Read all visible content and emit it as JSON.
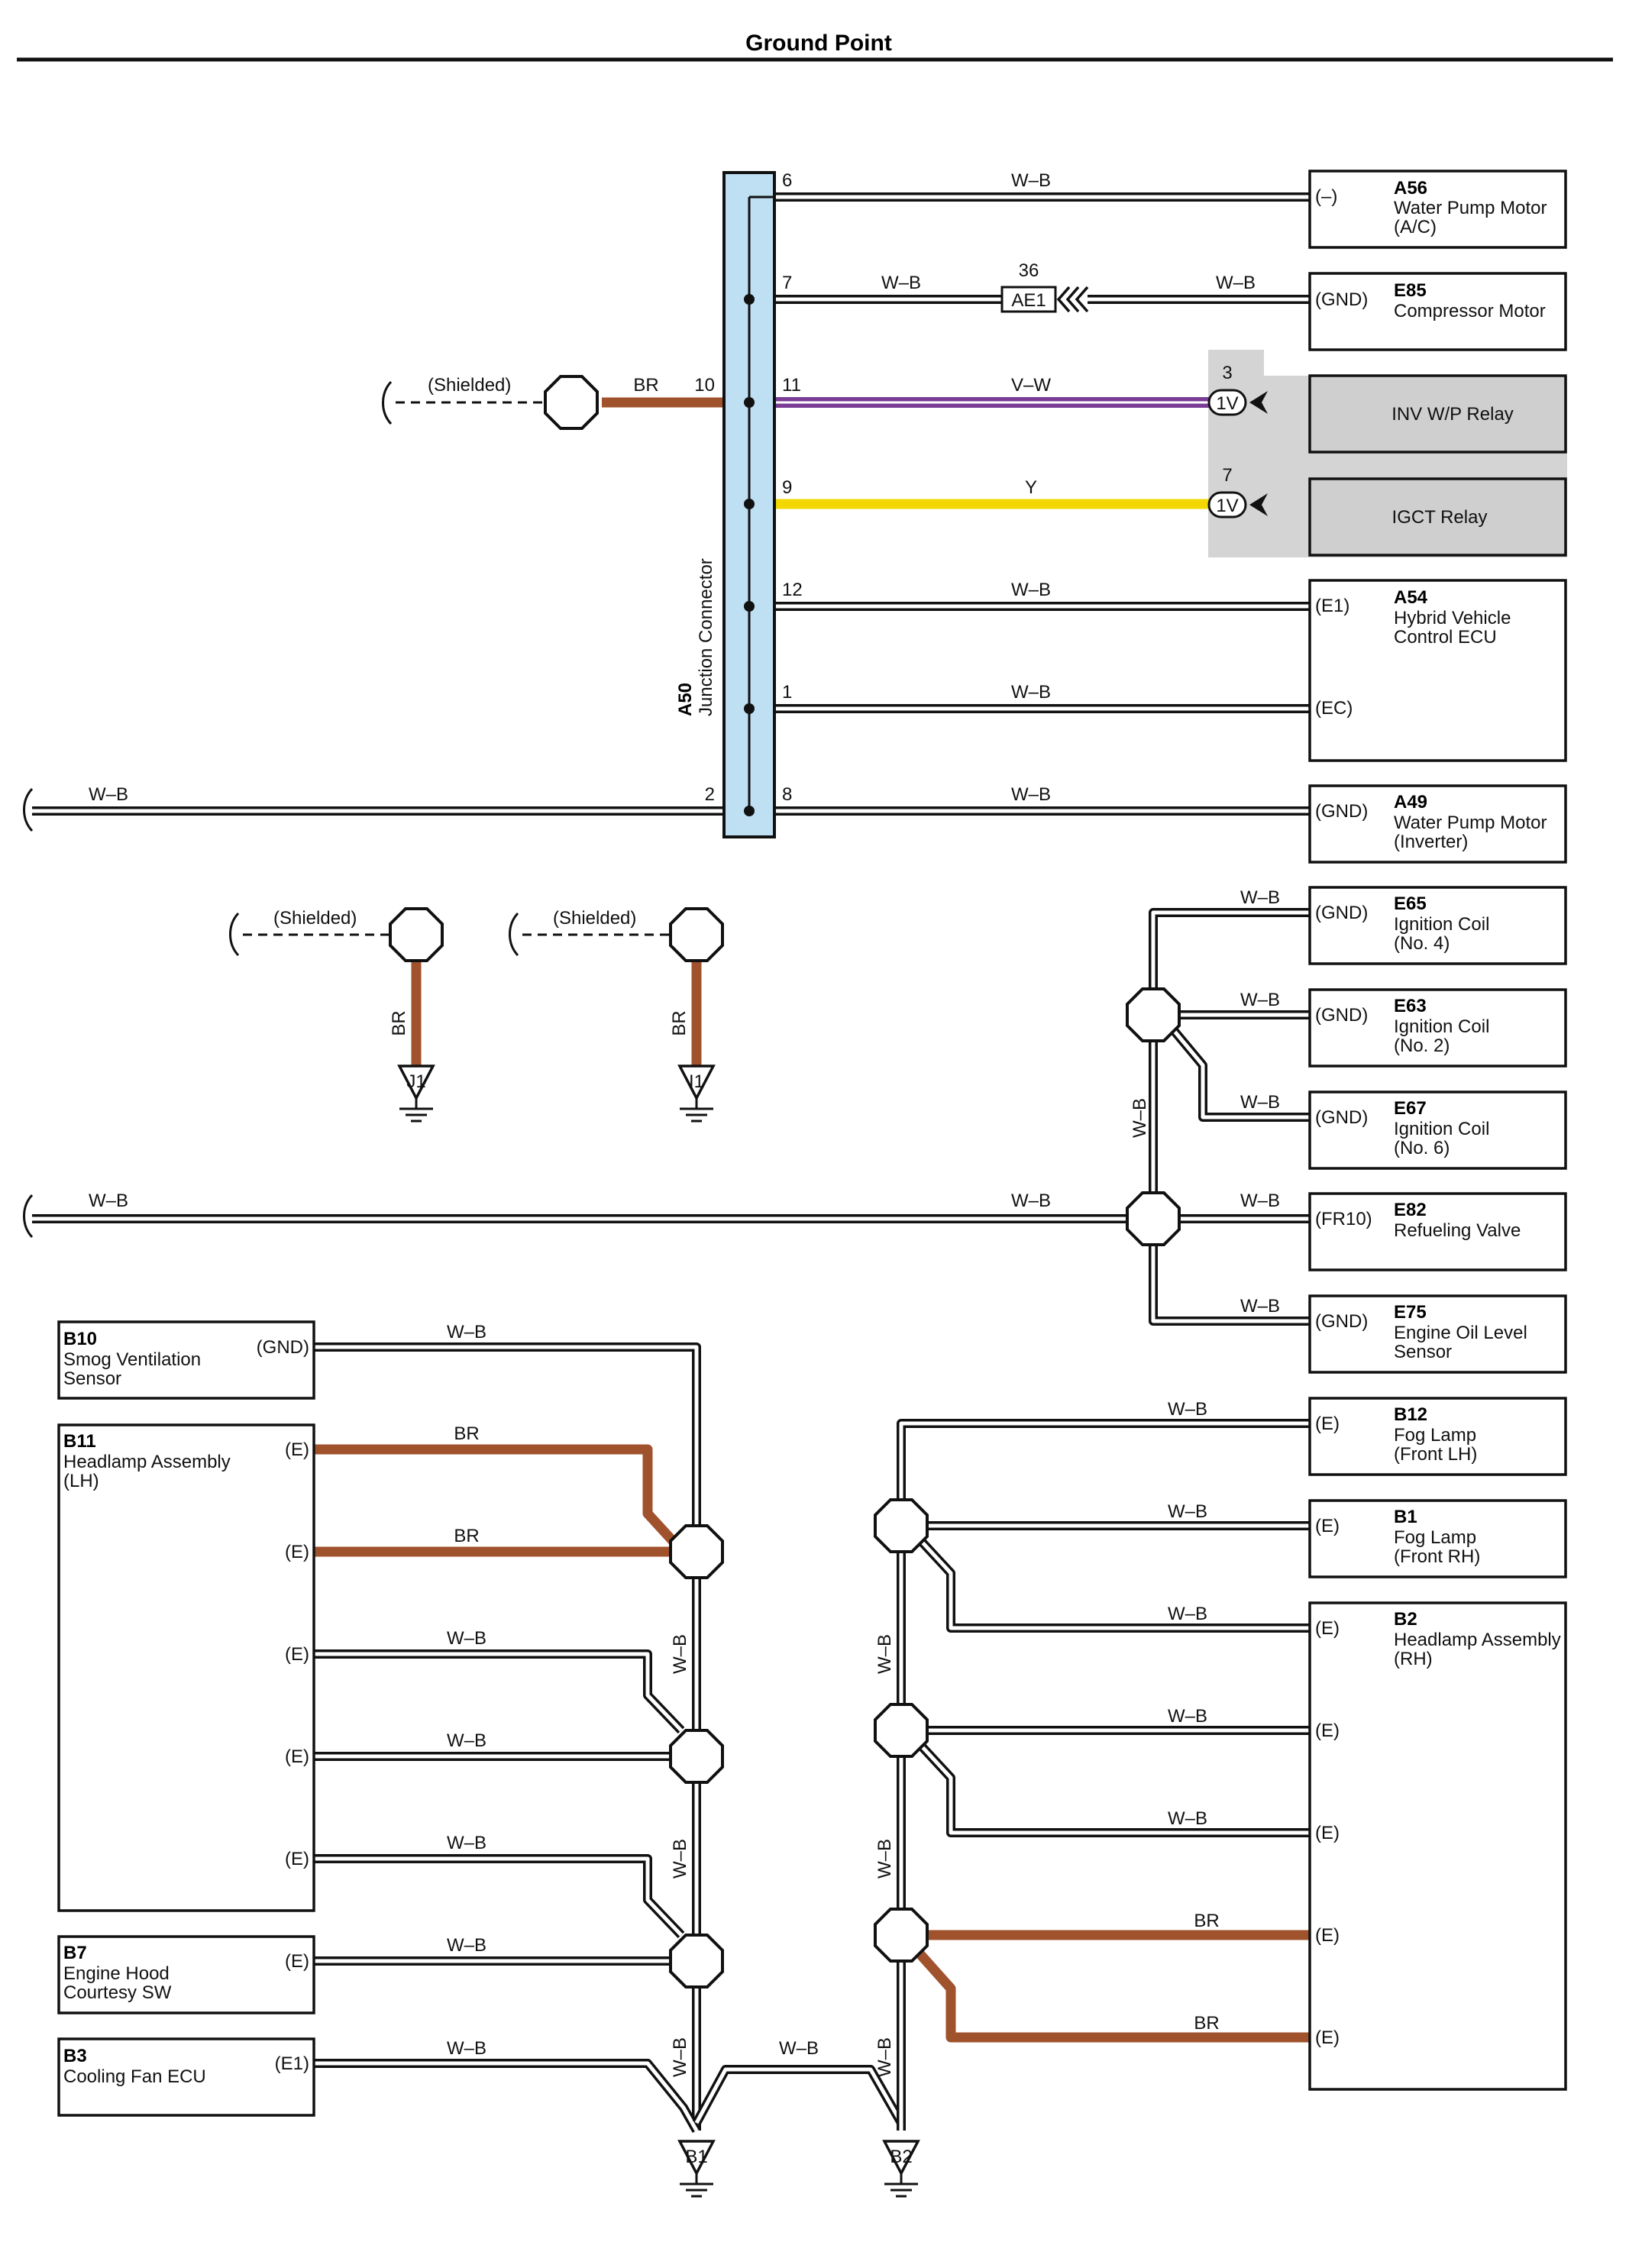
{
  "title": "Ground Point",
  "junction": {
    "code": "A50",
    "name": "Junction Connector"
  },
  "wire": {
    "wb": "W–B",
    "br": "BR",
    "vw": "V–W",
    "y": "Y",
    "shielded": "(Shielded)"
  },
  "pins": {
    "p6": "6",
    "p7": "7",
    "p10": "10",
    "p11": "11",
    "p9": "9",
    "p12": "12",
    "p1": "1",
    "p2": "2",
    "p8": "8"
  },
  "inline_connector": {
    "code": "AE1",
    "pin": "36"
  },
  "relay_connectors": {
    "code": "1V",
    "pin_inv": "3",
    "pin_igct": "7"
  },
  "components": {
    "a56": {
      "code": "A56",
      "l1": "Water Pump Motor",
      "l2": "(A/C)",
      "t": "(–)"
    },
    "e85": {
      "code": "E85",
      "l1": "Compressor Motor",
      "t": "(GND)"
    },
    "inv": {
      "name": "INV W/P Relay"
    },
    "igct": {
      "name": "IGCT Relay"
    },
    "a54": {
      "code": "A54",
      "l1": "Hybrid Vehicle",
      "l2": "Control ECU",
      "t1": "(E1)",
      "t2": "(EC)"
    },
    "a49": {
      "code": "A49",
      "l1": "Water Pump Motor",
      "l2": "(Inverter)",
      "t": "(GND)"
    },
    "e65": {
      "code": "E65",
      "l1": "Ignition Coil",
      "l2": "(No. 4)",
      "t": "(GND)"
    },
    "e63": {
      "code": "E63",
      "l1": "Ignition Coil",
      "l2": "(No. 2)",
      "t": "(GND)"
    },
    "e67": {
      "code": "E67",
      "l1": "Ignition Coil",
      "l2": "(No. 6)",
      "t": "(GND)"
    },
    "e82": {
      "code": "E82",
      "l1": "Refueling Valve",
      "t": "(FR10)"
    },
    "e75": {
      "code": "E75",
      "l1": "Engine Oil Level",
      "l2": "Sensor",
      "t": "(GND)"
    },
    "b10": {
      "code": "B10",
      "l1": "Smog Ventilation",
      "l2": "Sensor",
      "t": "(GND)"
    },
    "b11": {
      "code": "B11",
      "l1": "Headlamp Assembly",
      "l2": "(LH)",
      "t": "(E)"
    },
    "b7": {
      "code": "B7",
      "l1": "Engine Hood",
      "l2": "Courtesy SW",
      "t": "(E)"
    },
    "b3": {
      "code": "B3",
      "l1": "Cooling Fan ECU",
      "t": "(E1)"
    },
    "b12": {
      "code": "B12",
      "l1": "Fog Lamp",
      "l2": "(Front LH)",
      "t": "(E)"
    },
    "b1": {
      "code": "B1",
      "l1": "Fog Lamp",
      "l2": "(Front RH)",
      "t": "(E)"
    },
    "b2": {
      "code": "B2",
      "l1": "Headlamp Assembly",
      "l2": "(RH)",
      "t": "(E)"
    }
  },
  "grounds": {
    "j1": "J1",
    "i1": "I1",
    "b1": "B1",
    "b2": "B2"
  },
  "colors": {
    "wb": "#ffffff",
    "br": "#a0522d",
    "vw": "#7a3c96",
    "y": "#f2d800",
    "junction_fill": "#bfe0f2",
    "relay_shade": "#d4d4d4"
  }
}
